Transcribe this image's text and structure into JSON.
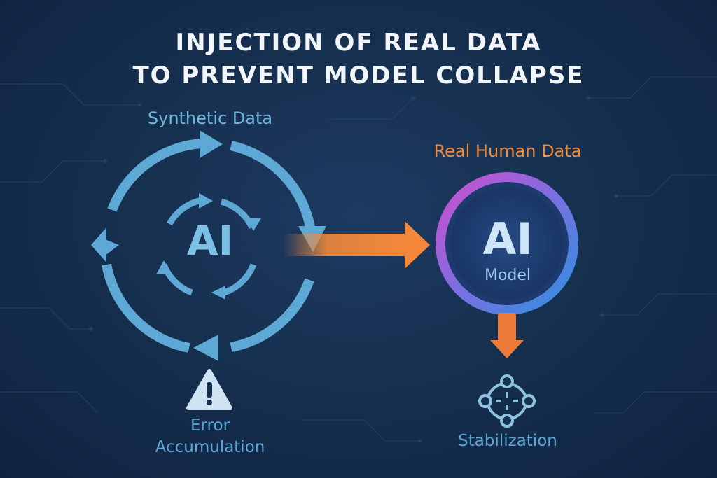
{
  "title": {
    "line1": "INJECTION OF REAL DATA",
    "line2": "TO PREVENT MODEL COLLAPSE"
  },
  "left": {
    "label": "Synthetic Data",
    "core": "AI",
    "warning_label_line1": "Error",
    "warning_label_line2": "Accumulation"
  },
  "right": {
    "label": "Real Human Data",
    "core": "AI",
    "sublabel": "Model",
    "outcome_label": "Stabilization"
  },
  "icons": {
    "loop": "cycle-arrows-icon",
    "inner_loop": "inner-cycle-icon",
    "warning": "warning-triangle-icon",
    "stabilization": "node-network-icon",
    "injection_arrow": "arrow-right-icon",
    "down_arrow": "arrow-down-icon"
  },
  "colors": {
    "background": "#16304f",
    "title": "#f2f5fa",
    "blue": "#6fb6e0",
    "orange": "#f08a3c",
    "ring_gradient": [
      "#d04fd0",
      "#3b8fe0"
    ]
  }
}
